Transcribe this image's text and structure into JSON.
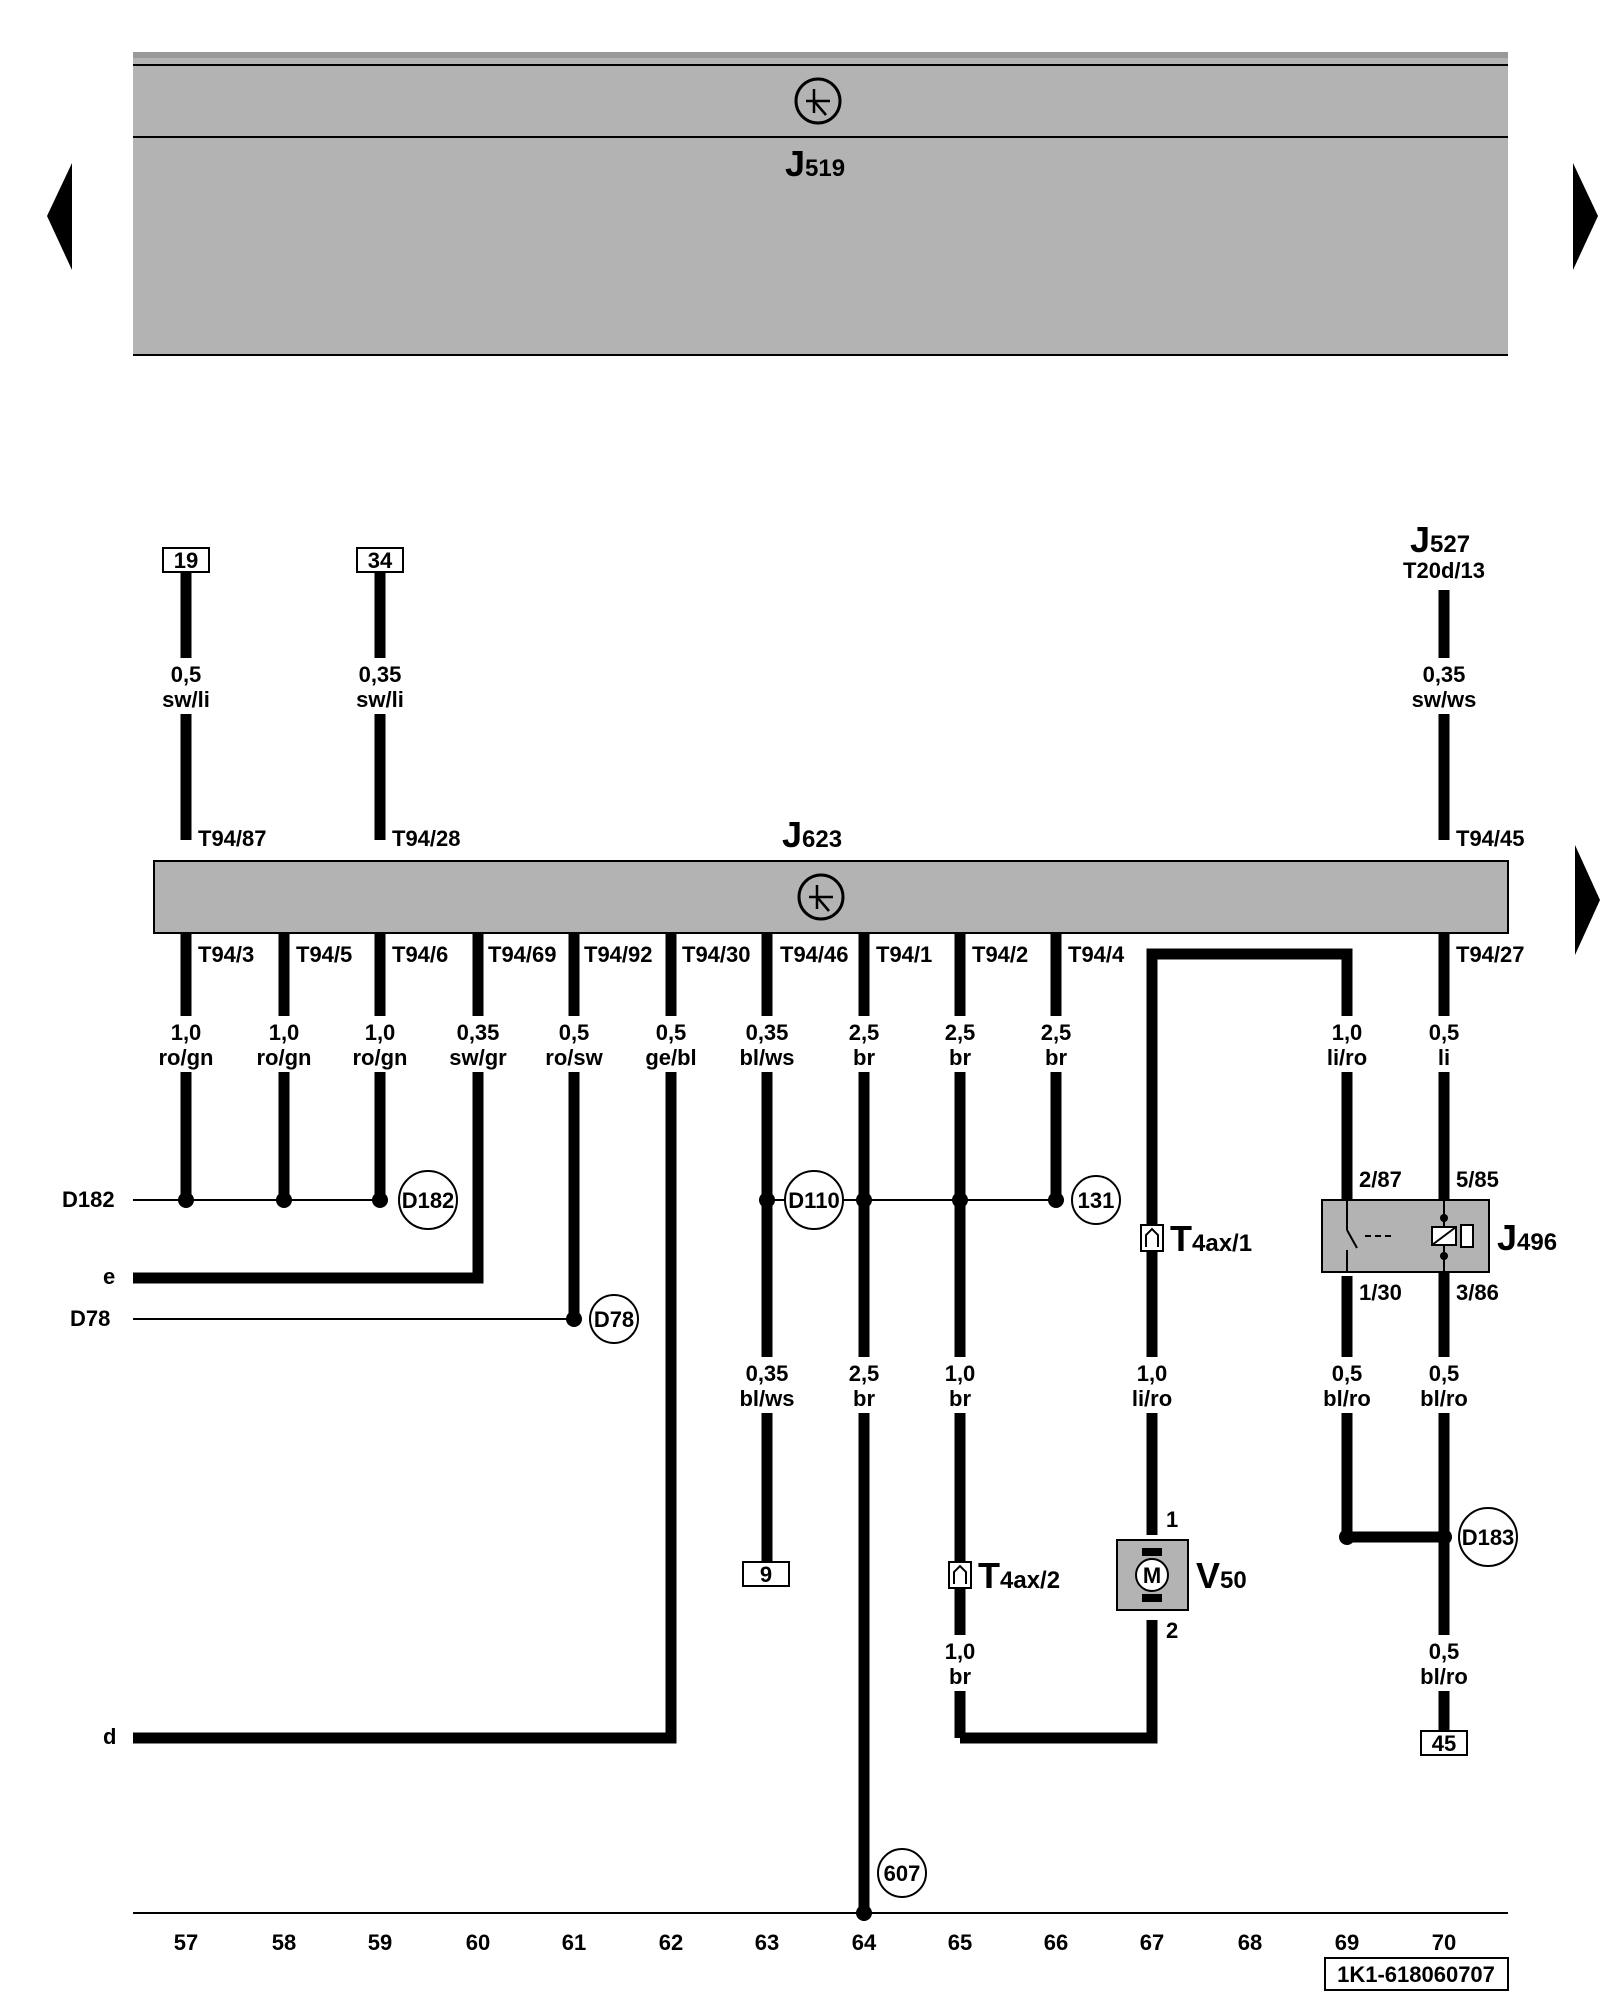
{
  "modules": {
    "j519": {
      "letter": "J",
      "sub": "519"
    },
    "j623": {
      "letter": "J",
      "sub": "623"
    },
    "j527": {
      "letter": "J",
      "sub": "527",
      "pin": "T20d/13"
    },
    "j496": {
      "letter": "J",
      "sub": "496"
    },
    "v50": {
      "letter": "V",
      "sub": "50",
      "motor_symbol": "M"
    }
  },
  "connectors_top": {
    "t94_87": "T94/87",
    "t94_28": "T94/28",
    "t94_45": "T94/45"
  },
  "connectors_bottom": {
    "t94_3": "T94/3",
    "t94_5": "T94/5",
    "t94_6": "T94/6",
    "t94_69": "T94/69",
    "t94_92": "T94/92",
    "t94_30": "T94/30",
    "t94_46": "T94/46",
    "t94_1": "T94/1",
    "t94_2": "T94/2",
    "t94_4": "T94/4",
    "t94_27": "T94/27"
  },
  "wires": {
    "w57": {
      "size": "1,0",
      "color": "ro/gn"
    },
    "w58": {
      "size": "1,0",
      "color": "ro/gn"
    },
    "w59": {
      "size": "1,0",
      "color": "ro/gn"
    },
    "w60": {
      "size": "0,35",
      "color": "sw/gr"
    },
    "w61": {
      "size": "0,5",
      "color": "ro/sw"
    },
    "w62": {
      "size": "0,5",
      "color": "ge/bl"
    },
    "w63a": {
      "size": "0,35",
      "color": "bl/ws"
    },
    "w63b": {
      "size": "0,35",
      "color": "bl/ws"
    },
    "w64a": {
      "size": "2,5",
      "color": "br"
    },
    "w64b": {
      "size": "2,5",
      "color": "br"
    },
    "w65a": {
      "size": "2,5",
      "color": "br"
    },
    "w65b": {
      "size": "1,0",
      "color": "br"
    },
    "w65c": {
      "size": "1,0",
      "color": "br"
    },
    "w66": {
      "size": "2,5",
      "color": "br"
    },
    "w67": {
      "size": "1,0",
      "color": "li/ro"
    },
    "w69a": {
      "size": "1,0",
      "color": "li/ro"
    },
    "w69b": {
      "size": "0,5",
      "color": "bl/ro"
    },
    "w70a": {
      "size": "0,5",
      "color": "li"
    },
    "w70b": {
      "size": "0,5",
      "color": "bl/ro"
    },
    "w70c": {
      "size": "0,5",
      "color": "bl/ro"
    },
    "w_top_57": {
      "size": "0,5",
      "color": "sw/li"
    },
    "w_top_59": {
      "size": "0,35",
      "color": "sw/li"
    },
    "w_top_70": {
      "size": "0,35",
      "color": "sw/ws"
    }
  },
  "refs": {
    "box19": "19",
    "box34": "34",
    "box9": "9",
    "box45": "45"
  },
  "circles": {
    "d182": "D182",
    "d110": "D110",
    "c131": "131",
    "d78": "D78",
    "d183": "D183",
    "c607": "607"
  },
  "left_labels": {
    "d182": "D182",
    "e": "e",
    "d78": "D78",
    "d": "d"
  },
  "plugs": {
    "t4ax1": {
      "letter": "T",
      "sub": "4ax/1"
    },
    "t4ax2": {
      "letter": "T",
      "sub": "4ax/2"
    }
  },
  "relay_pins": {
    "p2_87": "2/87",
    "p5_85": "5/85",
    "p1_30": "1/30",
    "p3_86": "3/86"
  },
  "motor_pins": {
    "p1": "1",
    "p2": "2"
  },
  "columns": [
    "57",
    "58",
    "59",
    "60",
    "61",
    "62",
    "63",
    "64",
    "65",
    "66",
    "67",
    "68",
    "69",
    "70"
  ],
  "doc_id": "1K1-618060707"
}
